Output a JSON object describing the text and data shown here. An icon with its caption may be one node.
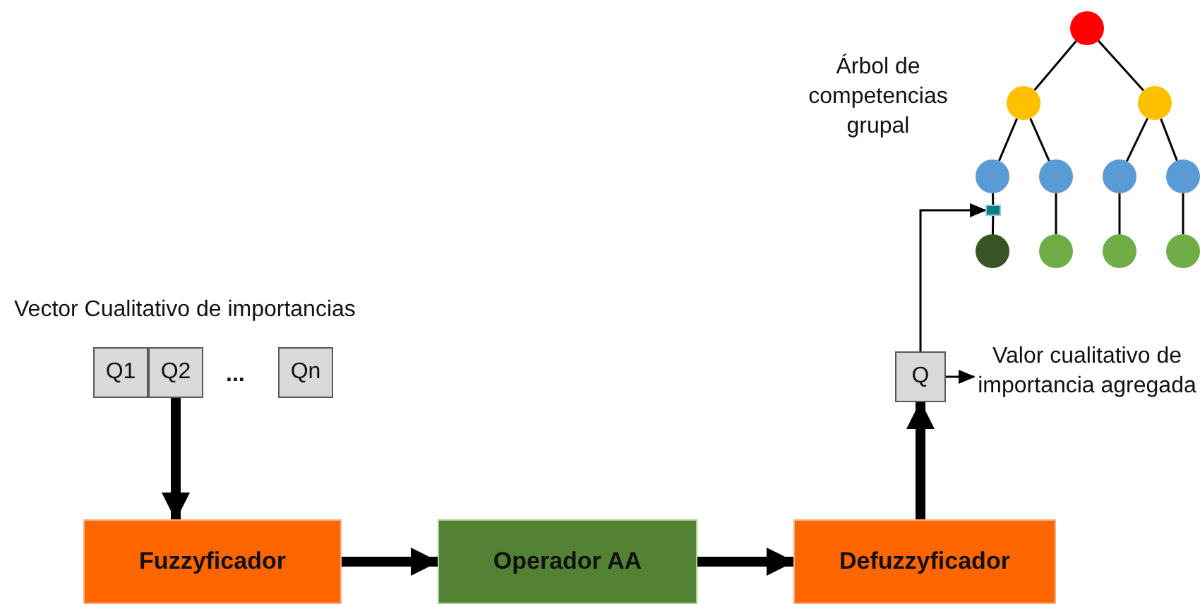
{
  "diagram": {
    "nodes": [
      {
        "text": [],
        "shape": "circle"
      },
      {
        "text": [],
        "shape": "circle"
      },
      {
        "text": [],
        "shape": "circle"
      },
      {
        "text": [],
        "shape": "circle"
      },
      {
        "text": [],
        "shape": "circle"
      },
      {
        "text": [],
        "shape": "circle"
      },
      {
        "text": [],
        "shape": "circle"
      },
      {
        "text": [],
        "shape": "box"
      },
      {
        "text": [],
        "shape": "circle"
      },
      {
        "text": [],
        "shape": "circle"
      },
      {
        "text": [],
        "shape": "circle"
      },
      {
        "text": [],
        "shape": "circle"
      },
      {
        "text": [
          "Q1"
        ]
      },
      {
        "text": [
          "Q2"
        ]
      },
      {
        "text": [
          "Qn"
        ]
      },
      {
        "text": [
          "Q"
        ]
      },
      {
        "text": [
          "Valor cualitativo de importancia agregada"
        ]
      },
      {
        "text": [
          "Fuzzyficador"
        ]
      },
      {
        "text": [
          "Operador AA"
        ]
      },
      {
        "text": [
          "Defuzzyficador"
        ]
      }
    ],
    "edges": [
      {
        "from": 0,
        "to": 1,
        "arrow": "none"
      },
      {
        "from": 0,
        "to": 2,
        "arrow": "none"
      },
      {
        "from": 1,
        "to": 3,
        "arrow": "none"
      },
      {
        "from": 1,
        "to": 4,
        "arrow": "none"
      },
      {
        "from": 2,
        "to": 5,
        "arrow": "none"
      },
      {
        "from": 2,
        "to": 6,
        "arrow": "none"
      },
      {
        "from": 3,
        "to": 7,
        "arrow": "none"
      },
      {
        "from": 7,
        "to": 8,
        "arrow": "none"
      },
      {
        "from": 4,
        "to": 9,
        "arrow": "none"
      },
      {
        "from": 5,
        "to": 10,
        "arrow": "none"
      },
      {
        "from": 6,
        "to": 11,
        "arrow": "none"
      },
      {
        "from": 13,
        "to": 17,
        "arrow": "to",
        "style": "thick"
      },
      {
        "from": 17,
        "to": 18,
        "arrow": "to",
        "style": "thick"
      },
      {
        "from": 18,
        "to": 19,
        "arrow": "to",
        "style": "thick"
      },
      {
        "from": 19,
        "to": 15,
        "arrow": "to",
        "style": "thick"
      },
      {
        "from": 15,
        "to": 7,
        "arrow": "to"
      },
      {
        "from": 15,
        "to": 16,
        "arrow": "to"
      }
    ],
    "labels": [
      "Vector Cualitativo de importancias",
      "...",
      "Árbol de competencias grupal"
    ]
  }
}
